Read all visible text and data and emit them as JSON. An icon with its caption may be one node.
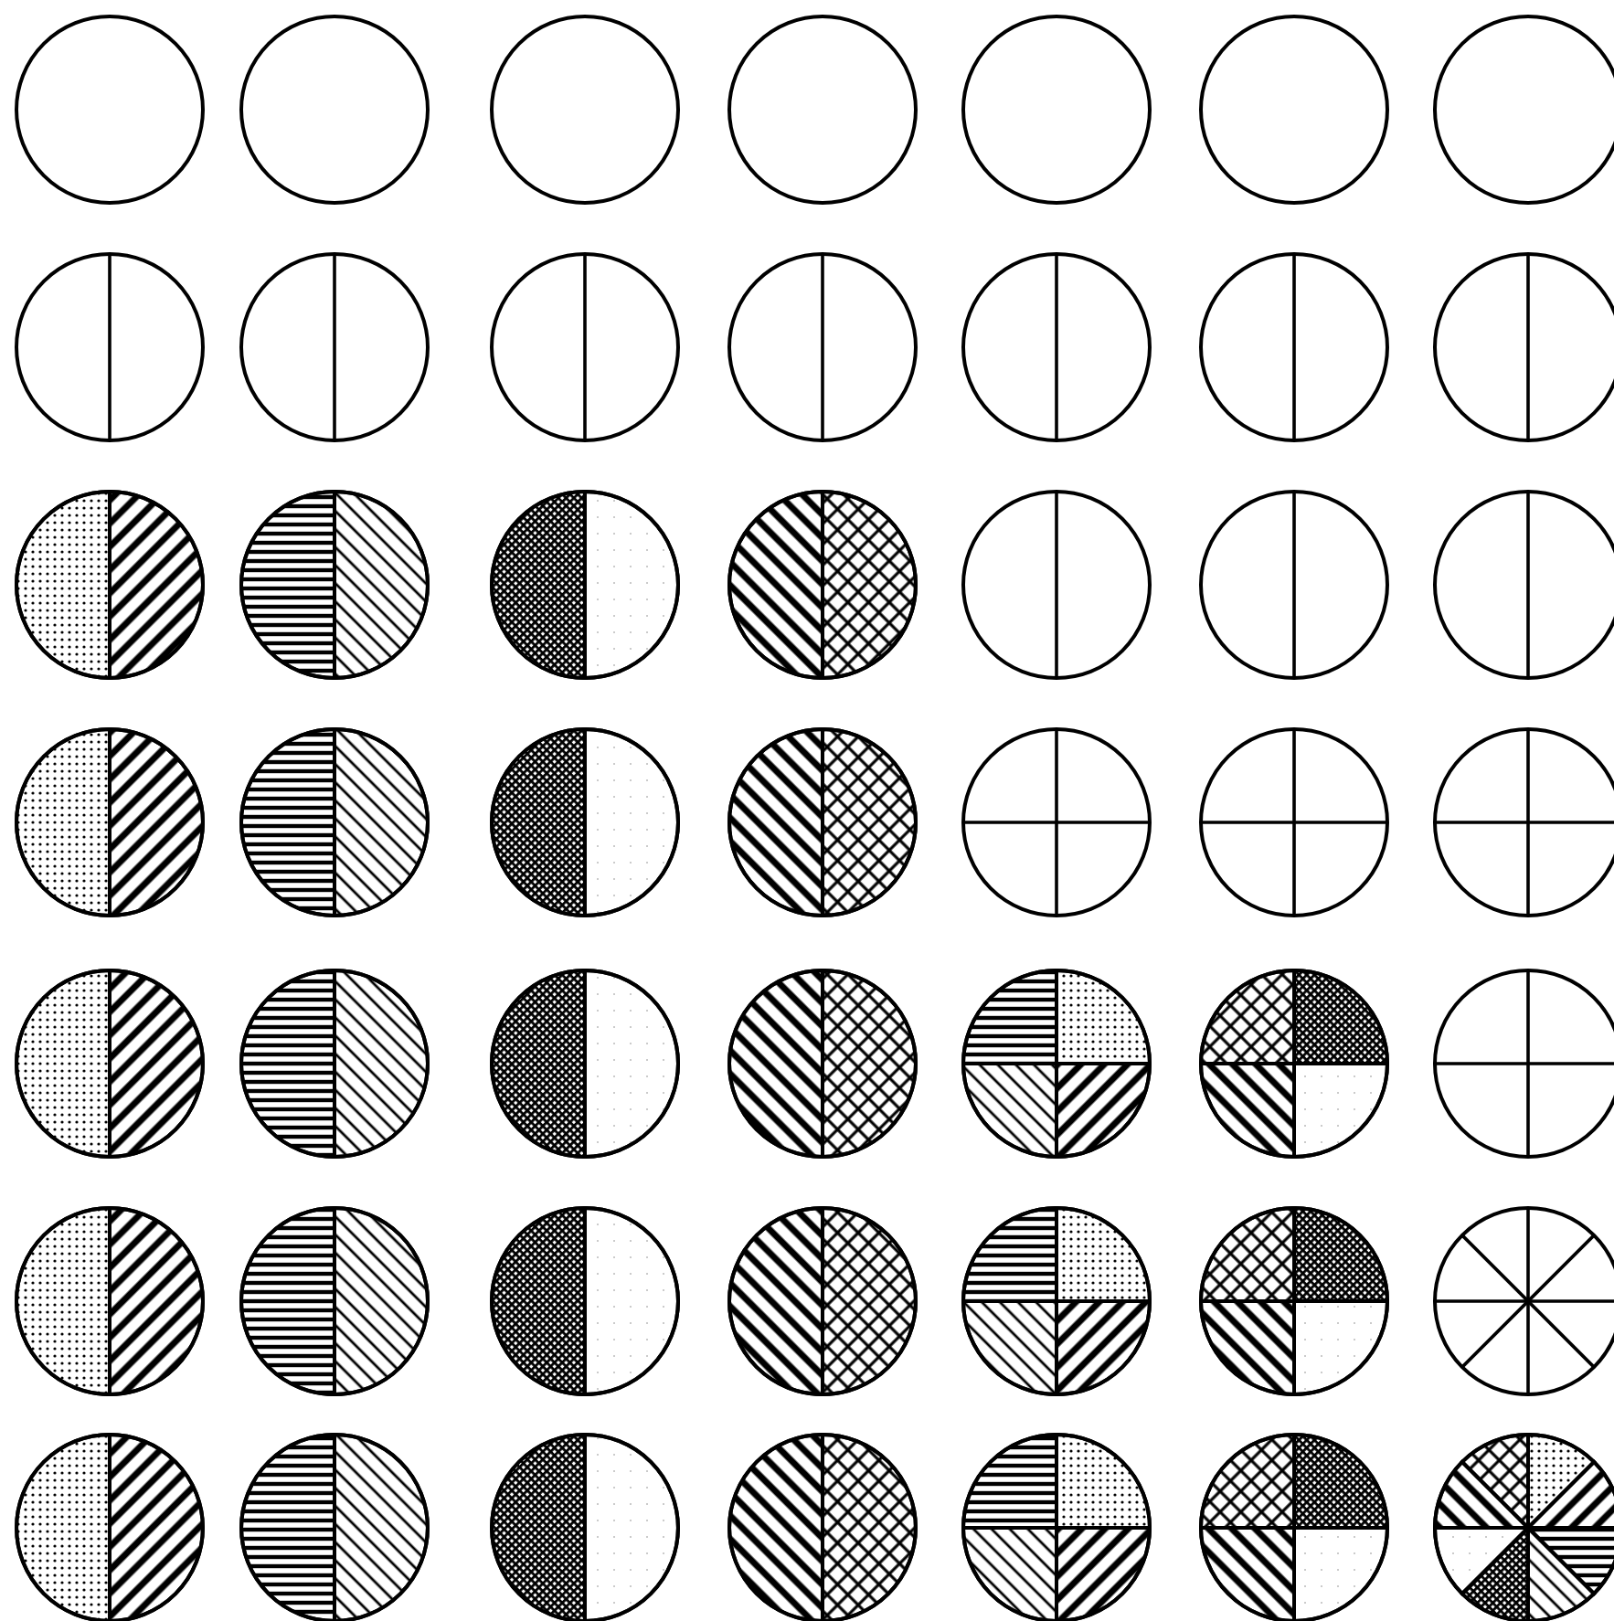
{
  "diagram": {
    "nodes": [
      {
        "text": [],
        "shape": "circle"
      },
      {
        "text": [],
        "shape": "circle"
      },
      {
        "text": [],
        "shape": "circle"
      },
      {
        "text": [],
        "shape": "circle"
      },
      {
        "text": [],
        "shape": "circle"
      },
      {
        "text": [],
        "shape": "circle"
      },
      {
        "text": [],
        "shape": "circle"
      },
      {
        "text": [],
        "shape": "circle"
      },
      {
        "text": [],
        "shape": "circle"
      },
      {
        "text": [],
        "shape": "circle"
      },
      {
        "text": [],
        "shape": "circle"
      },
      {
        "text": [],
        "shape": "circle"
      },
      {
        "text": [],
        "shape": "circle"
      },
      {
        "text": [],
        "shape": "circle"
      },
      {
        "text": [],
        "shape": "circle"
      },
      {
        "text": [],
        "shape": "circle"
      },
      {
        "text": [],
        "shape": "circle"
      },
      {
        "text": [],
        "shape": "circle"
      },
      {
        "text": [],
        "shape": "circle"
      },
      {
        "text": [],
        "shape": "circle"
      },
      {
        "text": [],
        "shape": "circle"
      },
      {
        "text": [],
        "shape": "circle"
      },
      {
        "text": [],
        "shape": "circle"
      },
      {
        "text": [],
        "shape": "circle"
      },
      {
        "text": [],
        "shape": "circle"
      },
      {
        "text": [],
        "shape": "circle"
      },
      {
        "text": [],
        "shape": "circle"
      },
      {
        "text": [],
        "shape": "circle"
      },
      {
        "text": [],
        "shape": "circle"
      },
      {
        "text": [],
        "shape": "circle"
      },
      {
        "text": [],
        "shape": "circle"
      },
      {
        "text": [],
        "shape": "circle"
      },
      {
        "text": [],
        "shape": "circle"
      },
      {
        "text": [],
        "shape": "circle"
      },
      {
        "text": [],
        "shape": "circle"
      },
      {
        "text": [],
        "shape": "circle"
      },
      {
        "text": [],
        "shape": "circle"
      },
      {
        "text": [],
        "shape": "circle"
      },
      {
        "text": [],
        "shape": "circle"
      },
      {
        "text": [],
        "shape": "circle"
      },
      {
        "text": [],
        "shape": "circle"
      },
      {
        "text": [],
        "shape": "circle"
      },
      {
        "text": [],
        "shape": "circle"
      },
      {
        "text": [],
        "shape": "circle"
      },
      {
        "text": [],
        "shape": "circle"
      },
      {
        "text": [],
        "shape": "circle"
      },
      {
        "text": [],
        "shape": "circle"
      },
      {
        "text": [],
        "shape": "circle"
      },
      {
        "text": [],
        "shape": "circle"
      }
    ]
  }
}
